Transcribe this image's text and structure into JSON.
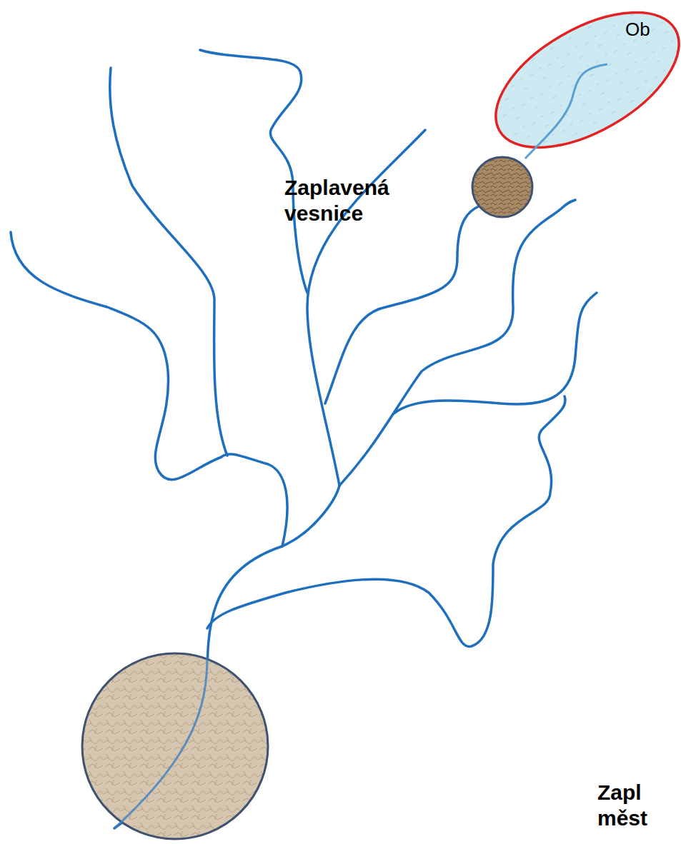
{
  "diagram": {
    "labels": [
      "Ob",
      "Zaplavená vesnice",
      "Zapl měst"
    ]
  }
}
